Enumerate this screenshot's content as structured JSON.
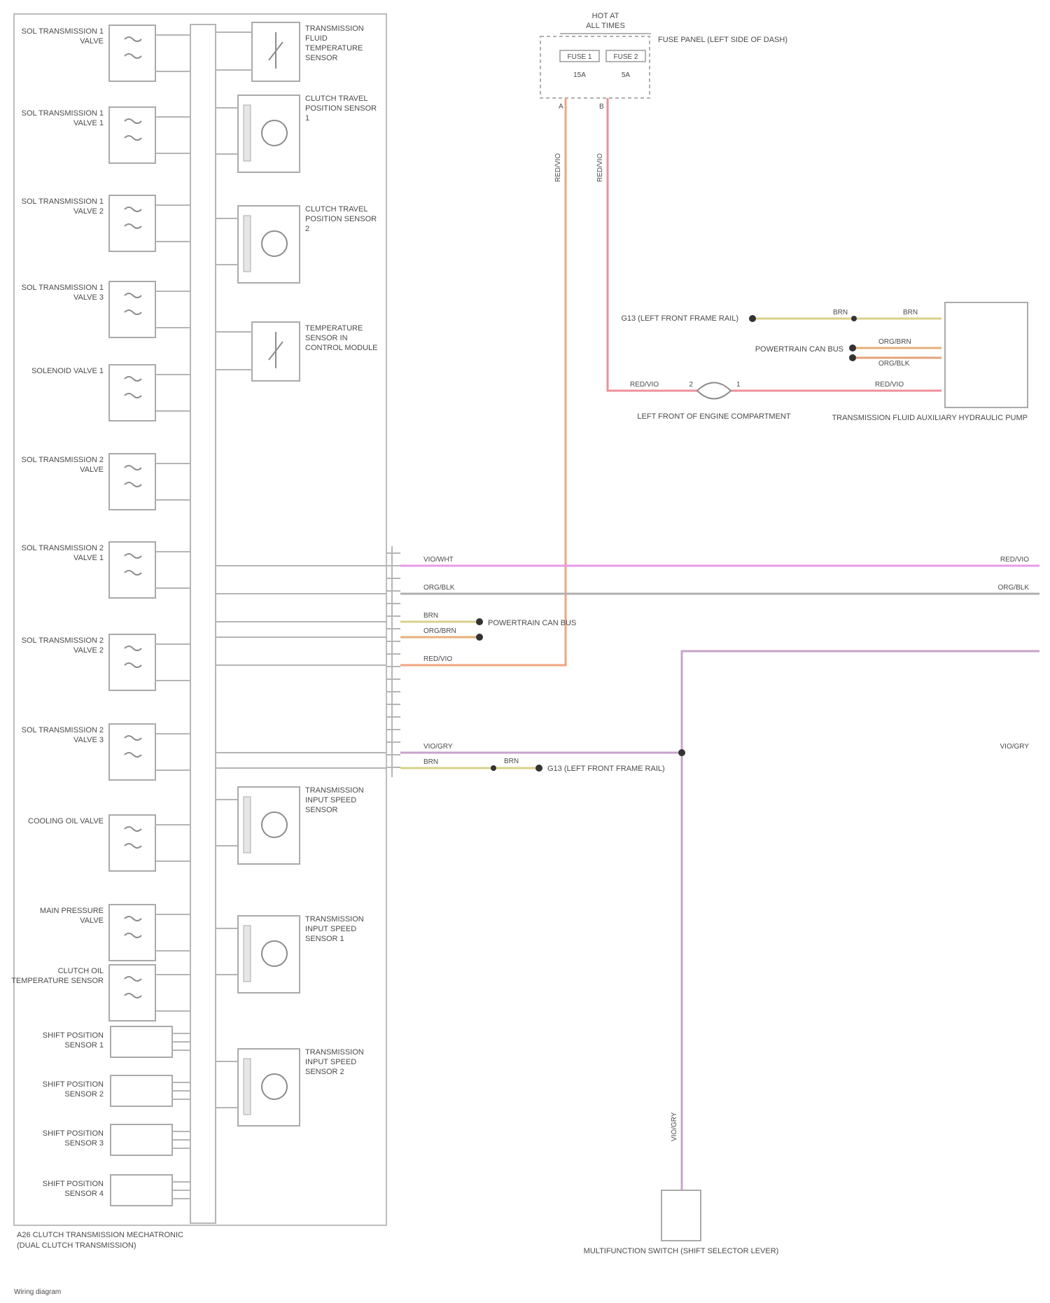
{
  "module": {
    "name_line1": "A26 CLUTCH TRANSMISSION MECHATRONIC",
    "name_line2": "(DUAL CLUTCH TRANSMISSION)"
  },
  "left_components": [
    {
      "name": "SOL TRANSMISSION 1 VALVE"
    },
    {
      "name": "SOL TRANSMISSION 1 VALVE 1"
    },
    {
      "name": "SOL TRANSMISSION 1 VALVE 2"
    },
    {
      "name": "SOL TRANSMISSION 1 VALVE 3"
    },
    {
      "name": "SOLENOID VALVE 1"
    },
    {
      "name": "SOL TRANSMISSION 2 VALVE"
    },
    {
      "name": "SOL TRANSMISSION 2 VALVE 1"
    },
    {
      "name": "SOL TRANSMISSION 2 VALVE 2"
    },
    {
      "name": "SOL TRANSMISSION 2 VALVE 3"
    },
    {
      "name": "COOLING OIL VALVE"
    },
    {
      "name": "MAIN PRESSURE VALVE"
    },
    {
      "name": "CLUTCH OIL TEMPERATURE SENSOR"
    },
    {
      "name": "SHIFT POSITION SENSOR 1"
    },
    {
      "name": "SHIFT POSITION SENSOR 2"
    },
    {
      "name": "SHIFT POSITION SENSOR 3"
    },
    {
      "name": "SHIFT POSITION SENSOR 4"
    }
  ],
  "right_components": [
    {
      "name": "TRANSMISSION FLUID TEMPERATURE SENSOR"
    },
    {
      "name": "CLUTCH TRAVEL POSITION SENSOR 1"
    },
    {
      "name": "CLUTCH TRAVEL POSITION SENSOR 2"
    },
    {
      "name": "TEMPERATURE SENSOR IN CONTROL MODULE"
    },
    {
      "name": "TRANSMISSION INPUT SPEED SENSOR"
    },
    {
      "name": "TRANSMISSION INPUT SPEED SENSOR 1"
    },
    {
      "name": "TRANSMISSION INPUT SPEED SENSOR 2"
    }
  ],
  "fuse": {
    "header_line1": "HOT AT",
    "header_line2": "ALL TIMES",
    "label": "FUSE PANEL (LEFT SIDE OF DASH)",
    "fuse_a": "FUSE 1",
    "fuse_b": "FUSE 2",
    "amp_a": "15A",
    "amp_b": "5A",
    "pin_a": "A",
    "pin_b": "B",
    "wire_a": "RED/VIO",
    "wire_b": "RED/VIO"
  },
  "pump": {
    "name": "TRANSMISSION FLUID AUXILIARY HYDRAULIC PUMP",
    "ground_label": "G13 (LEFT FRONT FRAME RAIL)",
    "ground_wire": "BRN",
    "ground_wire2": "BRN",
    "network_label": "POWERTRAIN CAN BUS",
    "can_wire1": "ORG/BRN",
    "can_wire2": "ORG/BLK",
    "power_wire": "RED/VIO",
    "power_wire2": "RED/VIO",
    "connector_label": "LEFT FRONT OF ENGINE COMPARTMENT",
    "pin_in": "2",
    "pin_out": "1"
  },
  "harness": [
    {
      "wire": "VIO/WHT",
      "dest": "RED/VIO"
    },
    {
      "wire": "ORG/BLK",
      "dest": "ORG/BLK"
    },
    {
      "wire": "BRN",
      "dest": ""
    },
    {
      "wire": "ORG/BRN",
      "dest": ""
    },
    {
      "wire": "RED/VIO",
      "dest": ""
    },
    {
      "wire": "VIO/GRY",
      "dest": "VIO/GRY"
    },
    {
      "wire": "BRN",
      "dest": ""
    }
  ],
  "can_junction": {
    "label": "POWERTRAIN CAN BUS"
  },
  "ground2": {
    "wire": "BRN",
    "label": "G13 (LEFT FRONT FRAME RAIL)"
  },
  "bottom_switch": {
    "wire": "VIO/GRY",
    "name": "MULTIFUNCTION SWITCH (SHIFT SELECTOR LEVER)"
  },
  "footer": "Wiring diagram"
}
